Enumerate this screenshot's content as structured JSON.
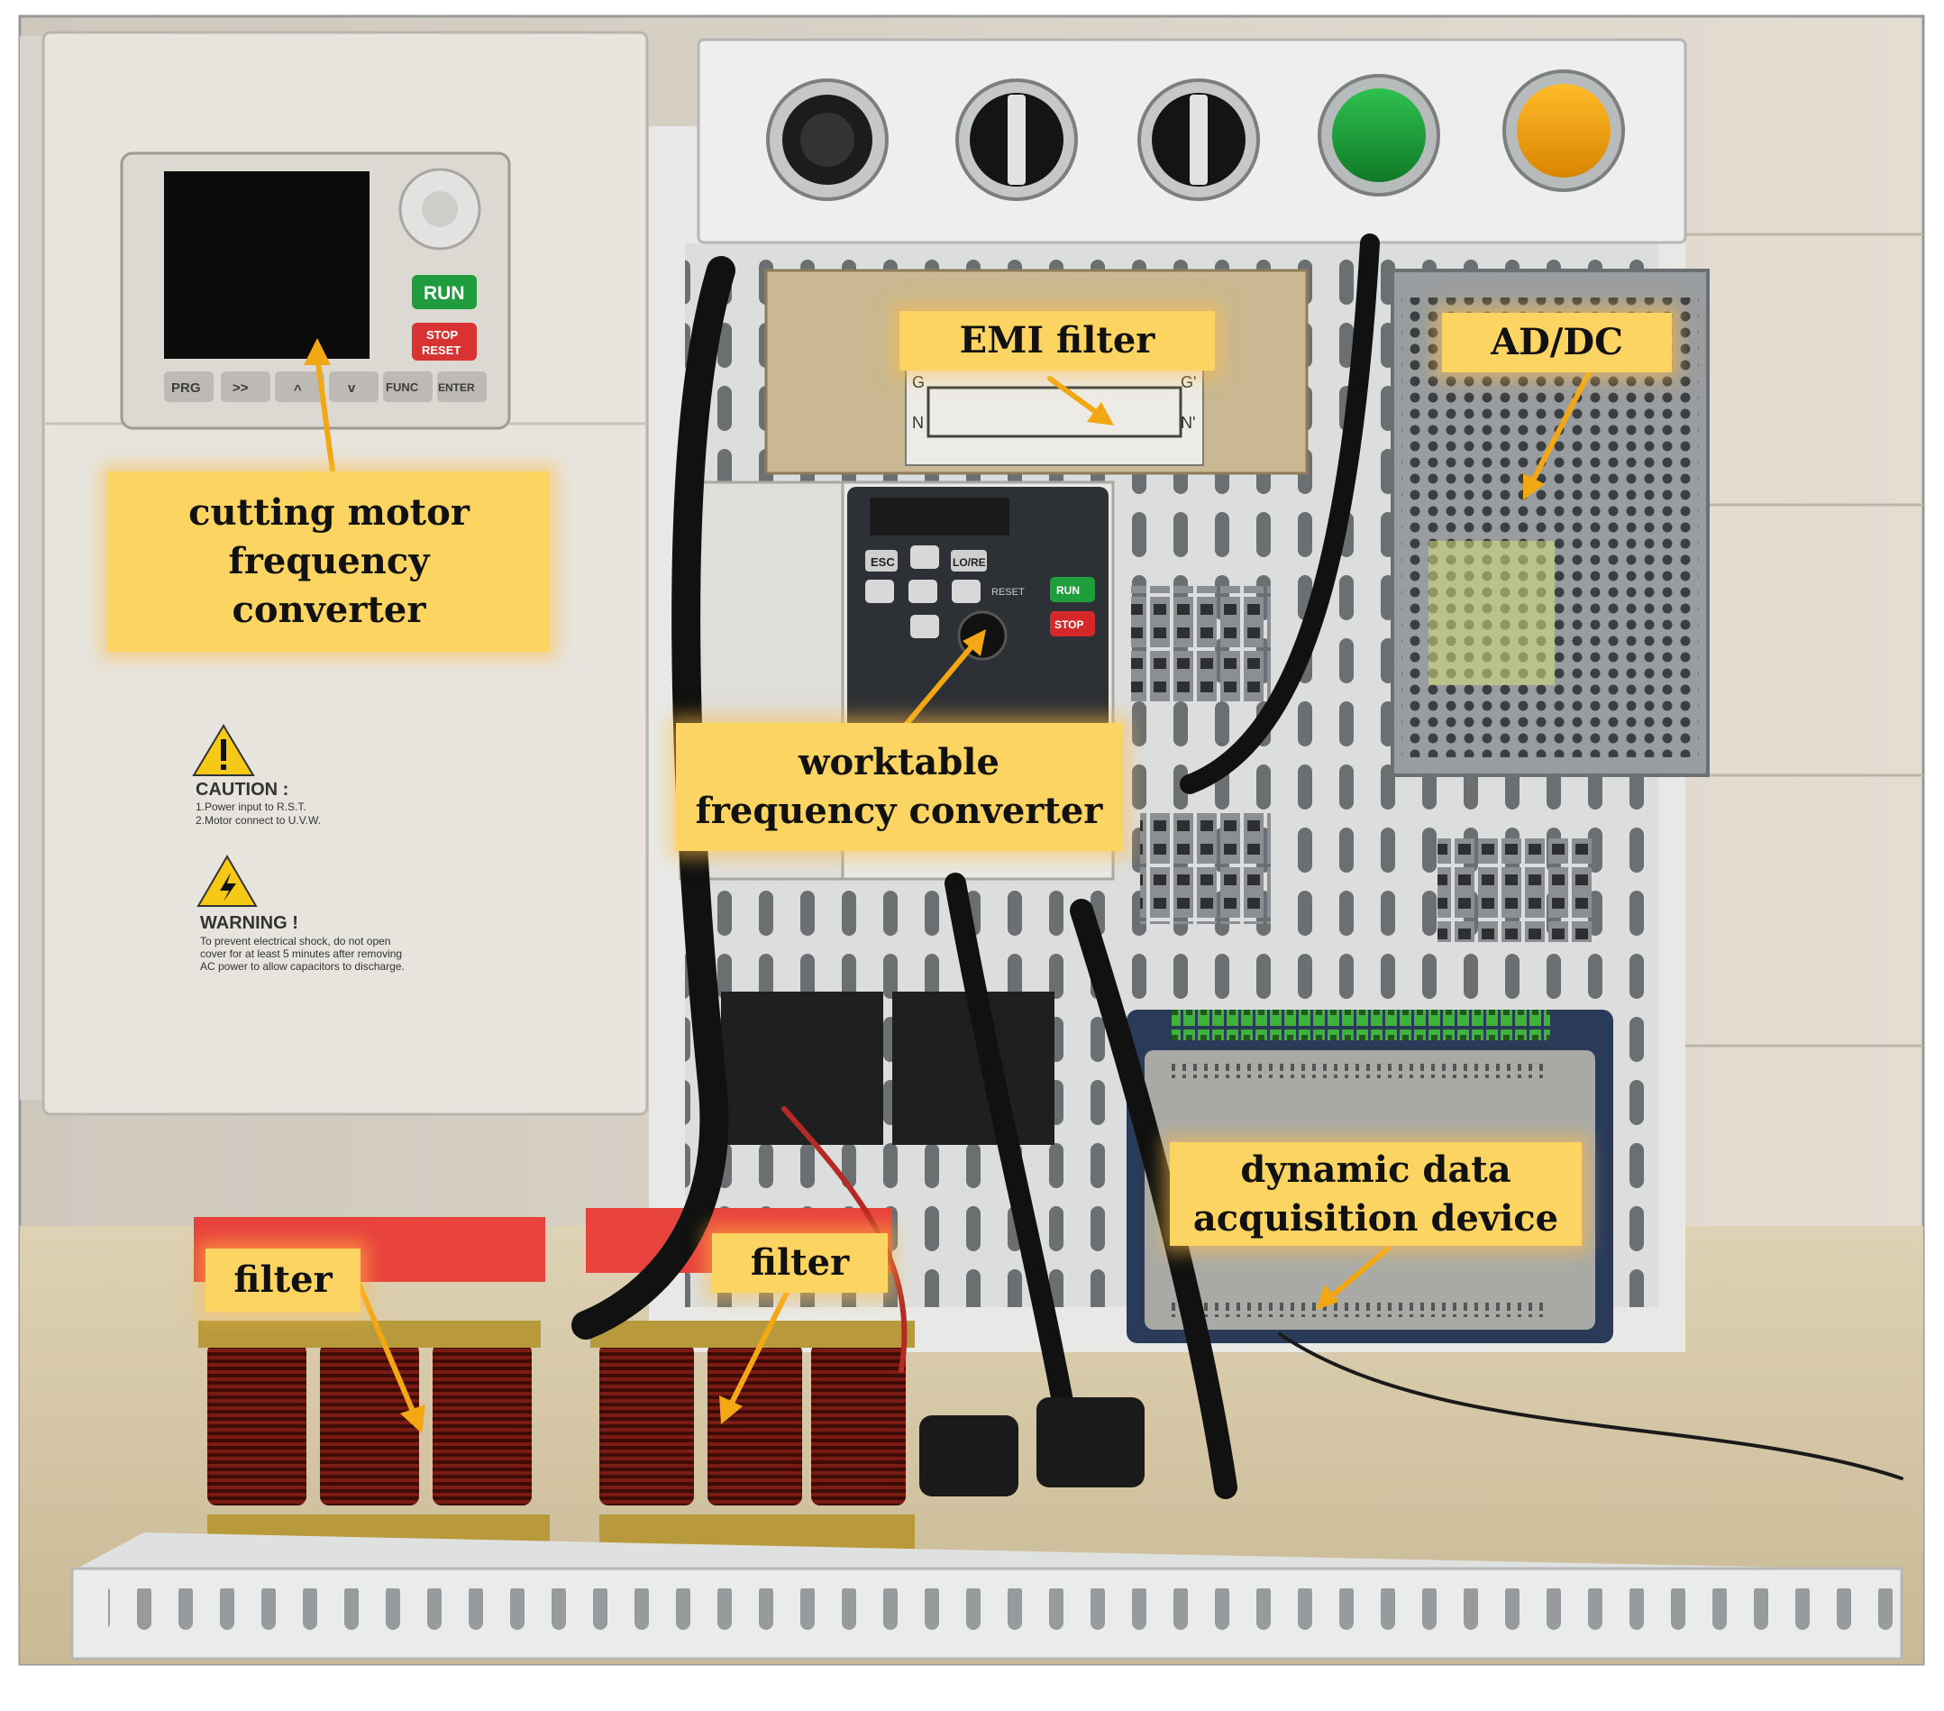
{
  "labels": {
    "cutting_motor": "cutting motor\nfrequency\nconverter",
    "emi_filter": "EMI filter",
    "ad_dc": "AD/DC",
    "worktable": "worktable\nfrequency converter",
    "daq": "dynamic data\nacquisition device",
    "filter_left": "filter",
    "filter_right": "filter"
  },
  "cutting_converter": {
    "run": "RUN",
    "stop_1": "STOP",
    "stop_2": "RESET",
    "keys": [
      "PRG",
      ">>",
      "^",
      "v",
      "FUNC",
      "ENTER"
    ],
    "caution_title": "CAUTION :",
    "caution_1": "1.Power input to R.S.T.",
    "caution_2": "2.Motor connect to U.V.W.",
    "warning_title": "WARNING !",
    "warning_1": "To prevent electrical shock, do not open",
    "warning_2": "cover for at least 5 minutes after removing",
    "warning_3": "AC power to allow capacitors to discharge."
  },
  "worktable_converter": {
    "esc": "ESC",
    "lore": "LO/RE",
    "reset": "RESET",
    "run": "RUN",
    "stop": "STOP"
  },
  "emi_plate": {
    "g_left": "G",
    "g_right": "G'",
    "n_left": "N",
    "n_right": "N'"
  },
  "colors": {
    "label_bg": "#fcd462",
    "arrow": "#f2a713",
    "green_lamp": "#19a33a",
    "amber_lamp": "#f0a20c",
    "terminal_red": "#e8433d"
  }
}
